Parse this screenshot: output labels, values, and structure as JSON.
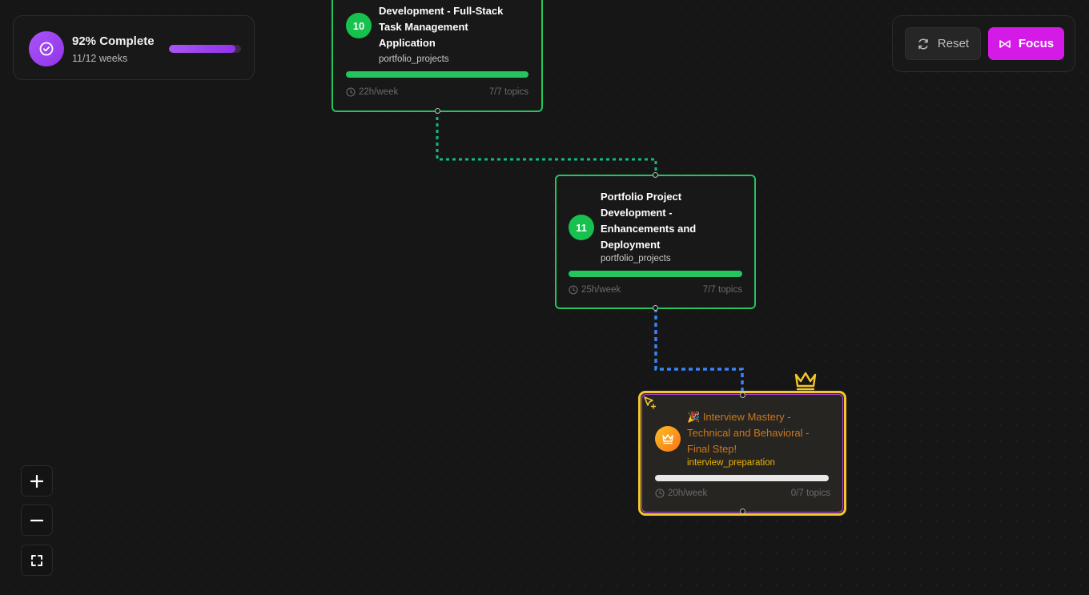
{
  "progress": {
    "title": "92% Complete",
    "subtitle": "11/12 weeks",
    "percent": 92,
    "icon": "check-circle-icon"
  },
  "controls": {
    "reset_label": "Reset",
    "focus_label": "Focus",
    "focus_color": "#d41ae6"
  },
  "nodes": [
    {
      "week": "10",
      "title_lines": [
        "Development - Full-Stack",
        "Task Management",
        "Application"
      ],
      "category": "portfolio_projects",
      "hours": "22h/week",
      "topics": "7/7 topics",
      "progress": 1.0,
      "color": "#22c55e"
    },
    {
      "week": "11",
      "title_lines": [
        "Portfolio Project",
        "Development -",
        "Enhancements and",
        "Deployment"
      ],
      "category": "portfolio_projects",
      "hours": "25h/week",
      "topics": "7/7 topics",
      "progress": 1.0,
      "color": "#22c55e"
    }
  ],
  "final_node": {
    "emoji": "🎉",
    "title_lines": [
      "Interview Mastery -",
      "Technical and Behavioral -",
      "Final Step!"
    ],
    "category": "interview_preparation",
    "hours": "20h/week",
    "topics": "0/7 topics",
    "progress": 0.0,
    "icon": "crown-icon",
    "border_color": "#f4c72b"
  },
  "edges": {
    "completed_color": "#10b981",
    "active_color": "#3b82f6"
  },
  "zoom_controls": {
    "zoom_in_icon": "plus-icon",
    "zoom_out_icon": "minus-icon",
    "fit_icon": "fit-view-icon"
  }
}
